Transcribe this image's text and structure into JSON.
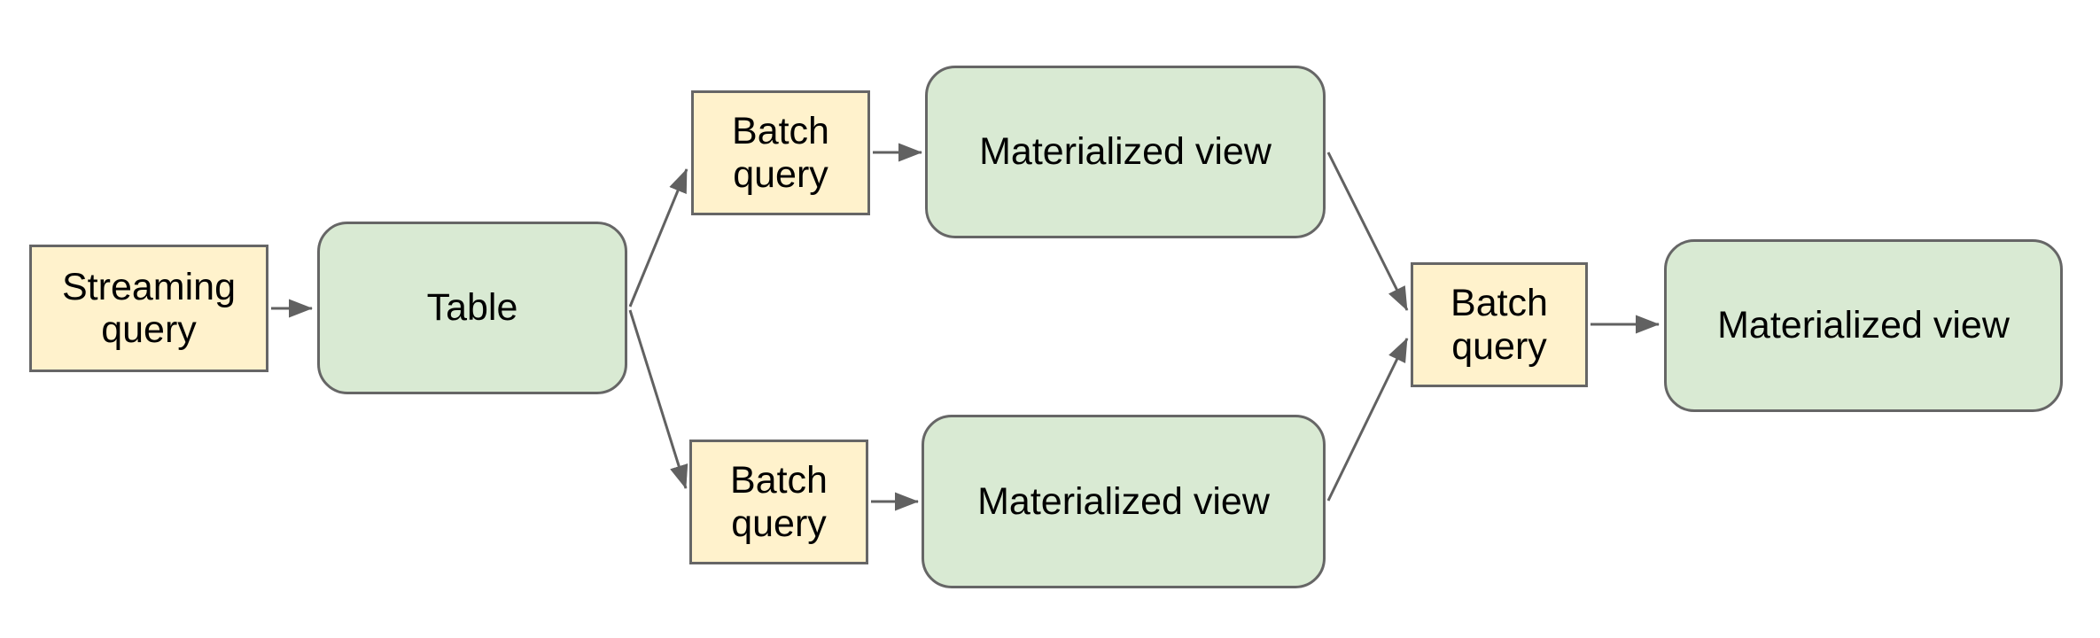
{
  "diagram": {
    "background": "#ffffff",
    "colors": {
      "query_fill": "#fff2cc",
      "query_border": "#666666",
      "entity_fill": "#d9ead3",
      "entity_border": "#666666",
      "arrow": "#616161",
      "text": "#000000"
    },
    "nodes": {
      "streaming_query": {
        "label": "Streaming query",
        "kind": "query"
      },
      "table": {
        "label": "Table",
        "kind": "entity"
      },
      "batch_query_top": {
        "label": "Batch query",
        "kind": "query"
      },
      "materialized_view_top": {
        "label": "Materialized view",
        "kind": "entity"
      },
      "batch_query_bottom": {
        "label": "Batch query",
        "kind": "query"
      },
      "materialized_view_bottom": {
        "label": "Materialized view",
        "kind": "entity"
      },
      "batch_query_right": {
        "label": "Batch query",
        "kind": "query"
      },
      "materialized_view_right": {
        "label": "Materialized view",
        "kind": "entity"
      }
    },
    "edges": [
      {
        "from": "streaming_query",
        "to": "table"
      },
      {
        "from": "table",
        "to": "batch_query_top"
      },
      {
        "from": "table",
        "to": "batch_query_bottom"
      },
      {
        "from": "batch_query_top",
        "to": "materialized_view_top"
      },
      {
        "from": "batch_query_bottom",
        "to": "materialized_view_bottom"
      },
      {
        "from": "materialized_view_top",
        "to": "batch_query_right"
      },
      {
        "from": "materialized_view_bottom",
        "to": "batch_query_right"
      },
      {
        "from": "batch_query_right",
        "to": "materialized_view_right"
      }
    ]
  }
}
